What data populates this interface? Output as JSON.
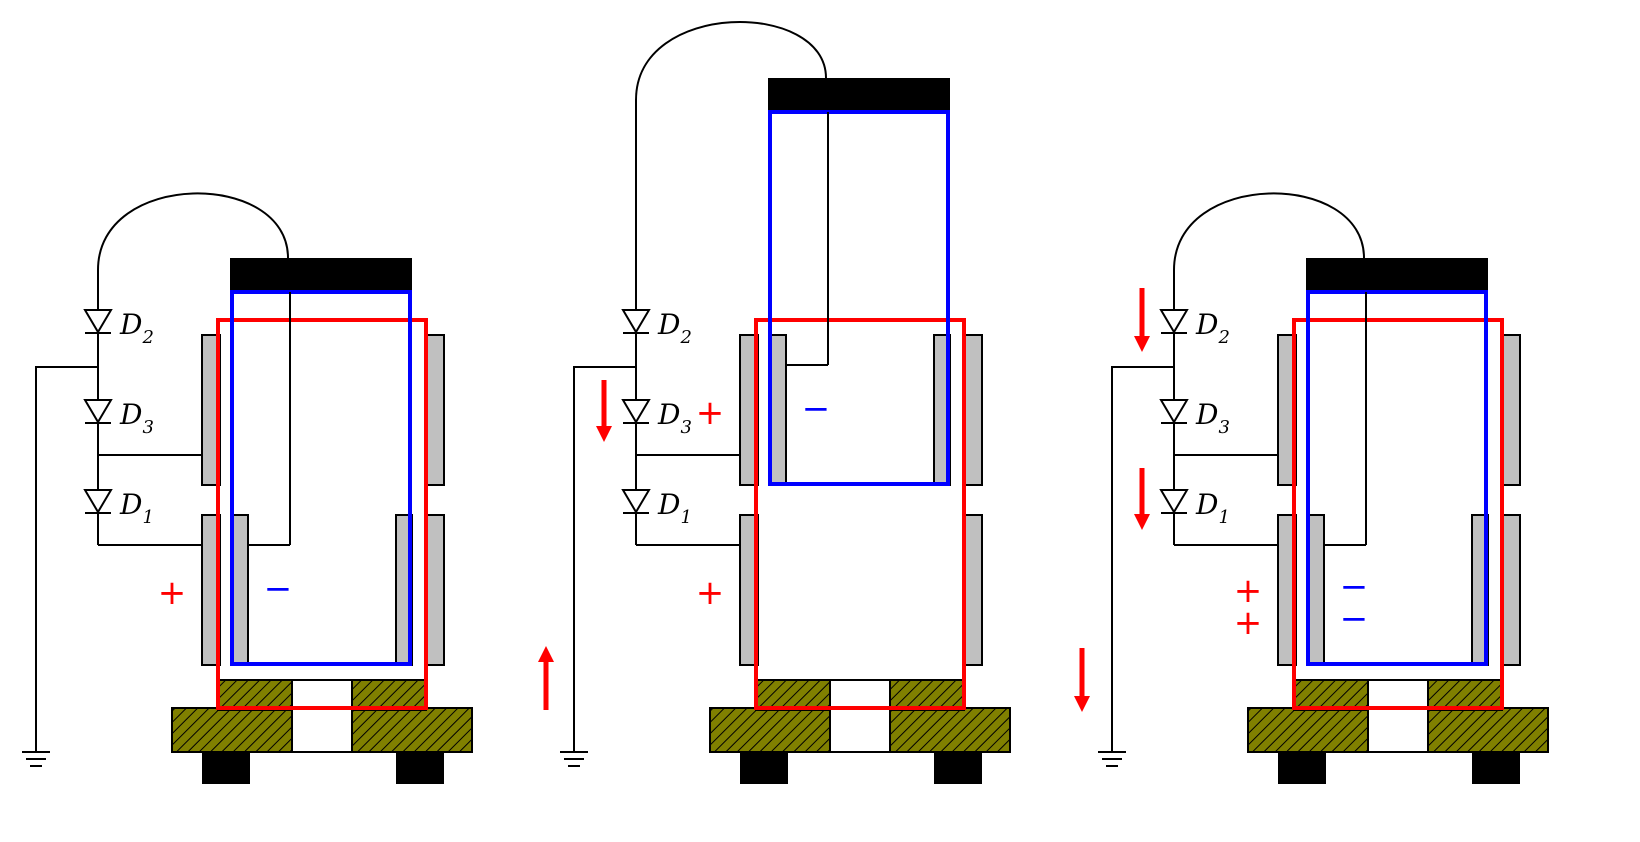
{
  "colors": {
    "outer_frame": "#ff0000",
    "inner_frame": "#0000ff",
    "plate": "#c0c0c0",
    "base_hatch": "#808000",
    "wire": "#000000",
    "charge_plus": "#ff0000",
    "charge_minus": "#0000ff",
    "motion_arrow": "#ff0000"
  },
  "diode_labels": [
    {
      "letter": "D",
      "sub": "2"
    },
    {
      "letter": "D",
      "sub": "3"
    },
    {
      "letter": "D",
      "sub": "1"
    }
  ],
  "charge_symbols": {
    "plus": "+",
    "minus": "−"
  },
  "panels": [
    {
      "name": "panel-1",
      "inner_position": "down",
      "plus_marks": 1,
      "minus_marks": 1,
      "motion_arrow": "up",
      "diode_arrows": []
    },
    {
      "name": "panel-2",
      "inner_position": "up",
      "plus_marks": 2,
      "minus_marks": 1,
      "motion_arrow": "none",
      "diode_arrows": [
        "D3"
      ]
    },
    {
      "name": "panel-3",
      "inner_position": "down",
      "plus_marks": 2,
      "minus_marks": 2,
      "motion_arrow": "down",
      "diode_arrows": [
        "D2",
        "D1"
      ]
    }
  ]
}
